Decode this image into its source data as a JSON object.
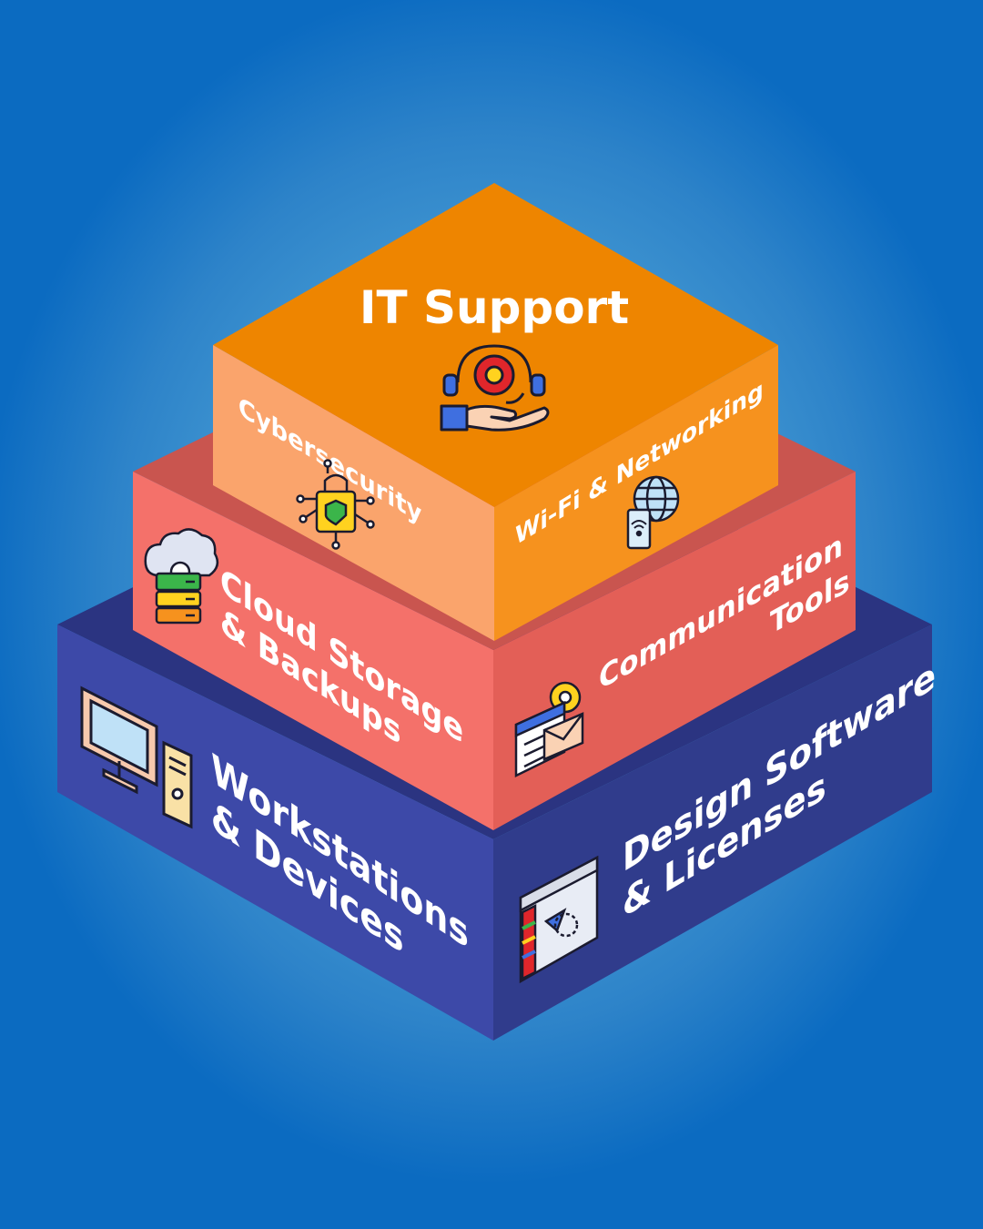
{
  "colors": {
    "background_center": "#4d9fd4",
    "background_edge": "#0b6bc1",
    "tier1_left": "#3d49a8",
    "tier1_right": "#303c8c",
    "tier1_top": "#2b3481",
    "tier2_left": "#f4716a",
    "tier2_right": "#e35f57",
    "tier2_top": "#c9554f",
    "tier3_left": "#faa46c",
    "tier3_right": "#f6921e",
    "tier3_top": "#ee8500"
  },
  "top": {
    "title": "IT Support",
    "icon": "support-hand-gear-icon"
  },
  "tier3": {
    "left_label": "Cybersecurity",
    "left_icon": "padlock-circuit-icon",
    "right_label": "Wi-Fi & Networking",
    "right_icon": "globe-phone-wifi-icon"
  },
  "tier2": {
    "left_label_line1": "Cloud Storage",
    "left_label_line2": "& Backups",
    "left_icon": "cloud-server-icon",
    "right_label_line1": "Communication",
    "right_label_line2": "Tools",
    "right_icon": "browser-gear-mail-icon"
  },
  "tier1": {
    "left_label_line1": "Workstations",
    "left_label_line2": "& Devices",
    "left_icon": "desktop-computer-icon",
    "right_label_line1": "Design Software",
    "right_label_line2": "& Licenses",
    "right_icon": "design-app-window-icon"
  }
}
